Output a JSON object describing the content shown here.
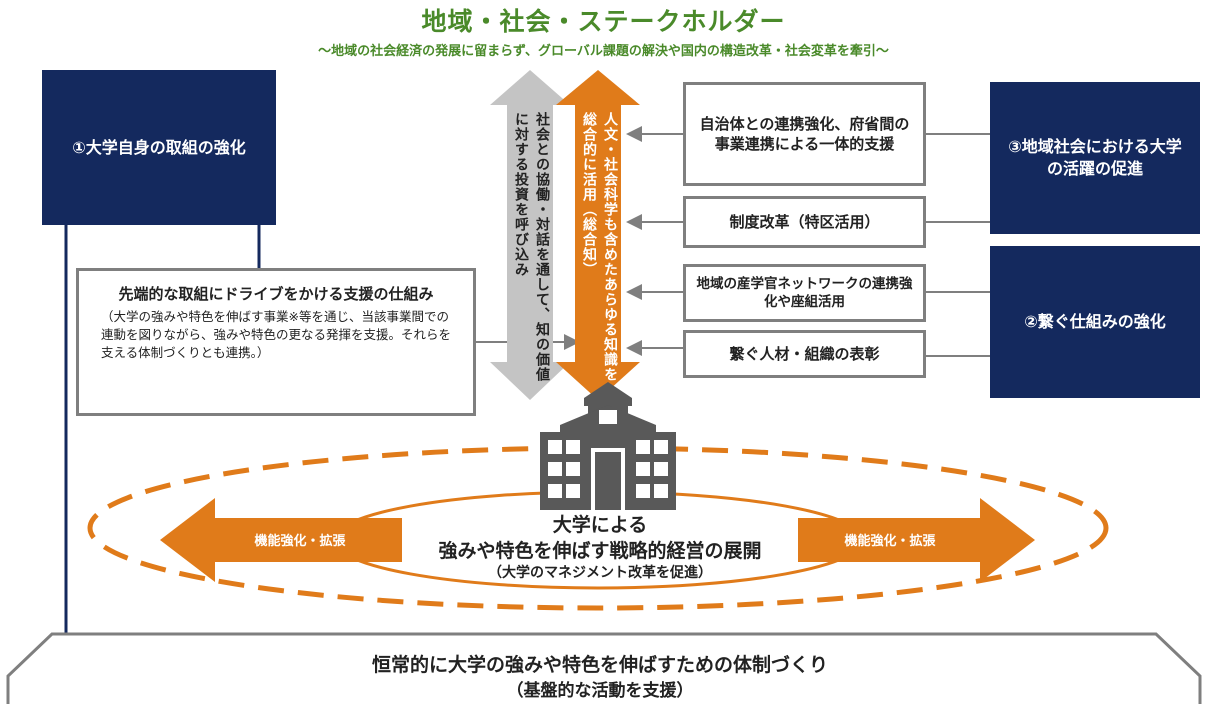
{
  "header": {
    "title": "地域・社会・ステークホルダー",
    "subtitle": "～地域の社会経済の発展に留まらず、グローバル課題の解決や国内の構造改革・社会変革を牽引～"
  },
  "left_box": {
    "label": "①大学自身の取組の強化"
  },
  "support_box": {
    "title": "先端的な取組にドライブをかける支援の仕組み",
    "body": "（大学の強みや特色を伸ばす事業※等を通じ、当該事業間での連動を図りながら、強みや特色の更なる発揮を支援。それらを支える体制づくりとも連携。）"
  },
  "vertical_arrows": {
    "gray_text": "社会との協働・対話を通して、知の価値に対する投資を呼び込み",
    "orange_text": "人文・社会科学も含めたあらゆる知識を総合的に活用（総合知）"
  },
  "right_items": [
    {
      "label": "自治体との連携強化、府省間の事業連携による一体的支援"
    },
    {
      "label": "制度改革（特区活用）"
    },
    {
      "label": "地域の産学官ネットワークの連携強化や座組活用"
    },
    {
      "label": "繋ぐ人材・組織の表彰"
    }
  ],
  "right_boxes": {
    "top": "③地域社会における大学の活躍の促進",
    "bottom": "②繋ぐ仕組みの強化"
  },
  "center": {
    "line1": "大学による",
    "line2": "強みや特色を伸ばす戦略的経営の展開",
    "line3": "（大学のマネジメント改革を促進）",
    "left_arrow": "機能強化・拡張",
    "right_arrow": "機能強化・拡張"
  },
  "foundation": {
    "line1": "恒常的に大学の強みや特色を伸ばすための体制づくり",
    "line2": "（基盤的な活動を支援）"
  },
  "colors": {
    "navy": "#14295e",
    "orange": "#e07b1a",
    "green": "#4a8a2a",
    "gray": "#bfbfbf"
  },
  "icons": {
    "university": "university-building-icon"
  }
}
